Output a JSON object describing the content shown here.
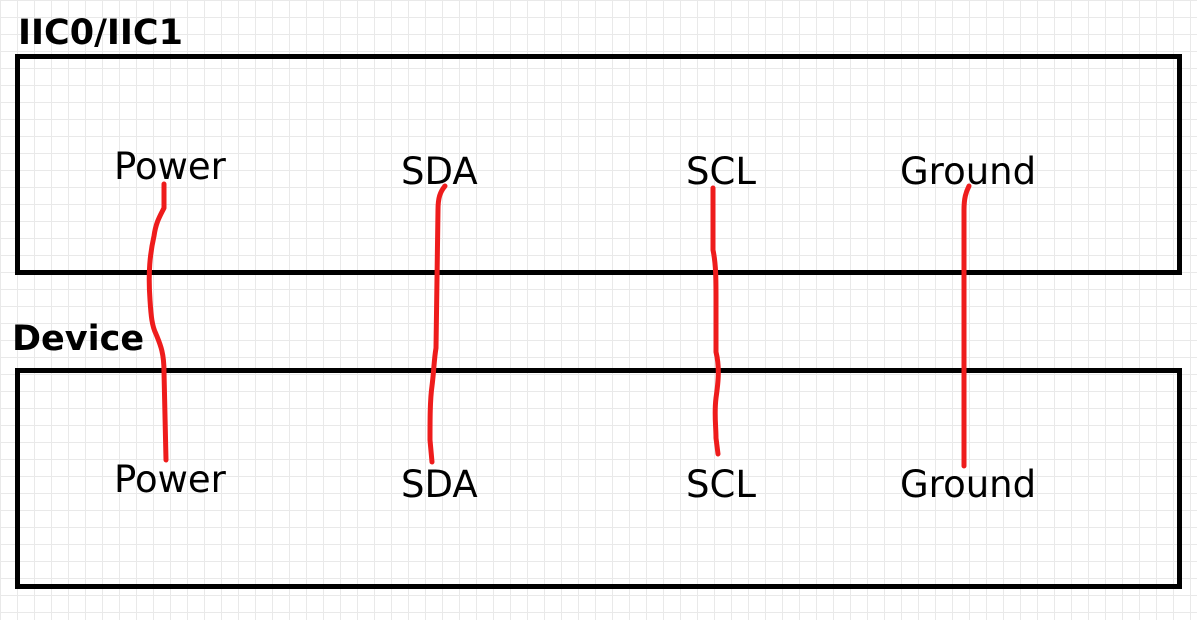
{
  "controller": {
    "title": "IIC0/IIC1",
    "pins": [
      "Power",
      "SDA",
      "SCL",
      "Ground"
    ]
  },
  "device": {
    "title": "Device",
    "pins": [
      "Power",
      "SDA",
      "SCL",
      "Ground"
    ]
  },
  "colors": {
    "wire": "#ee1c1c",
    "box_border": "#000000",
    "grid": "#e9e9e9"
  }
}
